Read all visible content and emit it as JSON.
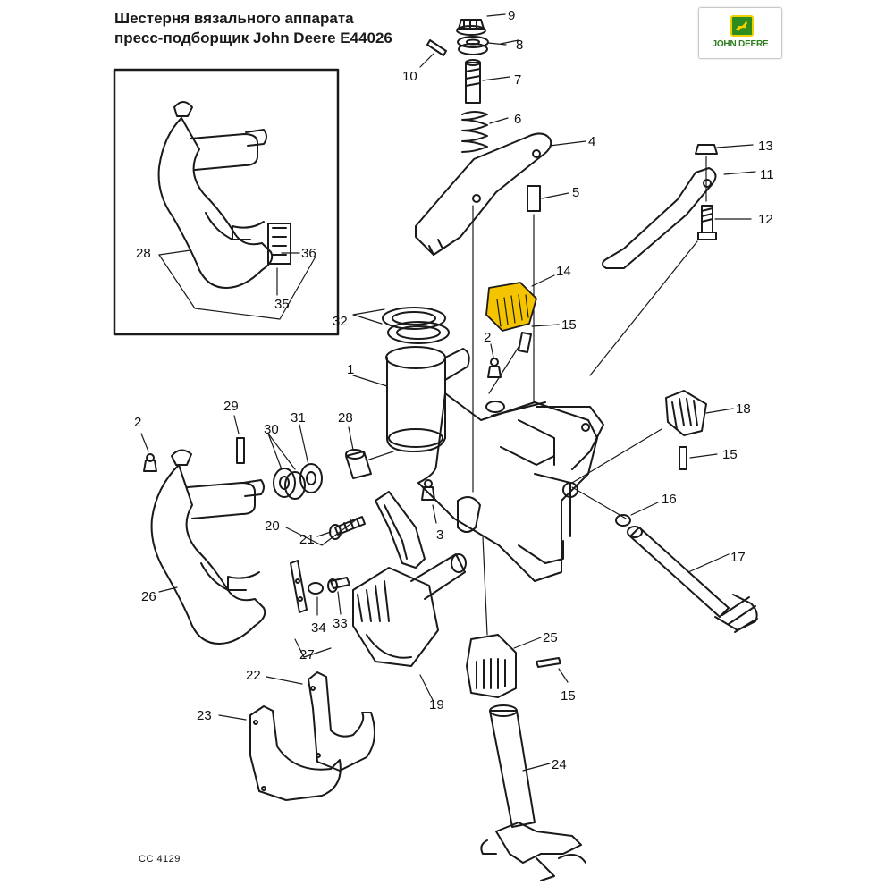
{
  "title": {
    "line1": "Шестерня вязального аппарата",
    "line2": "пресс-подборщик John Deere E44026"
  },
  "logo": {
    "wordmark": "JOHN DEERE",
    "brand_green": "#2e8b1e",
    "brand_yellow": "#f0d000"
  },
  "drawing_code": "CC 4129",
  "highlight_color": "#f5c400",
  "highlighted_part": "14",
  "labels": {
    "p1": "1",
    "p2a": "2",
    "p2b": "2",
    "p3": "3",
    "p4": "4",
    "p5": "5",
    "p6": "6",
    "p7": "7",
    "p8": "8",
    "p9": "9",
    "p10": "10",
    "p11": "11",
    "p12": "12",
    "p13": "13",
    "p14": "14",
    "p15a": "15",
    "p15b": "15",
    "p15c": "15",
    "p16": "16",
    "p17": "17",
    "p18": "18",
    "p19": "19",
    "p20": "20",
    "p21": "21",
    "p22": "22",
    "p23": "23",
    "p24": "24",
    "p25": "25",
    "p26": "26",
    "p27": "27",
    "p28a": "28",
    "p28b": "28",
    "p29": "29",
    "p30": "30",
    "p31": "31",
    "p32": "32",
    "p33": "33",
    "p34": "34",
    "p35": "35",
    "p36": "36"
  }
}
